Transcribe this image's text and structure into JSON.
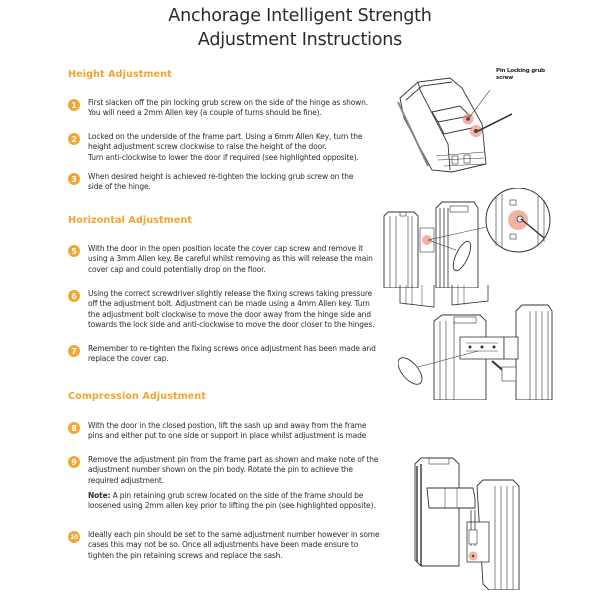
{
  "document": {
    "title_line1": "Anchorage Intelligent Strength",
    "title_line2": "Adjustment Instructions"
  },
  "colors": {
    "accent": "#f2a633",
    "heading": "#f0a530",
    "highlight": "#e8734f",
    "text": "#2e2e2e"
  },
  "sections": [
    {
      "heading": "Height Adjustment",
      "steps": [
        {
          "number": "1",
          "lines": [
            "First slacken off the pin locking grub screw on the side of the hinge as shown.",
            "You will need a 2mm Allen key (a couple of turns should be fine)."
          ]
        },
        {
          "number": "2",
          "lines": [
            "Locked on the underside of the frame part. Using a 6mm Allen Key, turn the",
            "height adjustment screw clockwise to raise the height of the door.",
            "Turn anti-clockwise to lower the door if required (see highlighted opposite)."
          ]
        },
        {
          "number": "3",
          "lines": [
            "When desired height is achieved re-tighten the locking grub screw on the",
            "side of the hinge."
          ]
        }
      ],
      "illustration": {
        "callout_label": "Pin Locking grub screw"
      }
    },
    {
      "heading": "Horizontal Adjustment",
      "steps": [
        {
          "number": "5",
          "lines": [
            "With the door in the open position locate the cover cap screw and remove it",
            "using a 3mm Allen key. Be careful whilst removing as this will release the main",
            "cover cap and could potentially drop on the floor."
          ]
        },
        {
          "number": "6",
          "lines": [
            "Using the correct screwdriver slightly release the fixing screws taking pressure",
            "off the adjustment bolt. Adjustment can be made using a 4mm Allen key. Turn",
            "the adjustment bolt clockwise to move the door away from the hinge side and",
            "towards the lock side and anti-clockwise to move the door closer to the hinges."
          ]
        },
        {
          "number": "7",
          "lines": [
            "Remember to re-tighten the fixing screws once adjustment has been made and",
            "replace the cover cap."
          ]
        }
      ]
    },
    {
      "heading": "Compression Adjustment",
      "steps": [
        {
          "number": "8",
          "lines": [
            "With the door in the closed postion, lift the sash up and away from the frame",
            "pins and either put to one side or support in place whilst adjustment is made"
          ]
        },
        {
          "number": "9",
          "lines": [
            "Remove the adjustment pin from the frame part as shown and make note of the",
            "adjustment number shown on the pin body. Rotate the pin to achieve the",
            "required adjustment."
          ],
          "note_label": "Note:",
          "note_lines": [
            " A pin retaining grub screw located on the side of the frame should be",
            "loosened using 2mm allen key prior to lifting the pin (see highlighted opposite)."
          ]
        },
        {
          "number": "10",
          "lines": [
            "Ideally each pin should be set to the same adjustment number however in some",
            "cases this may not be so. Once all adjustments have been made ensure to",
            "tighten the pin retaining screws and replace the sash."
          ]
        }
      ]
    }
  ]
}
